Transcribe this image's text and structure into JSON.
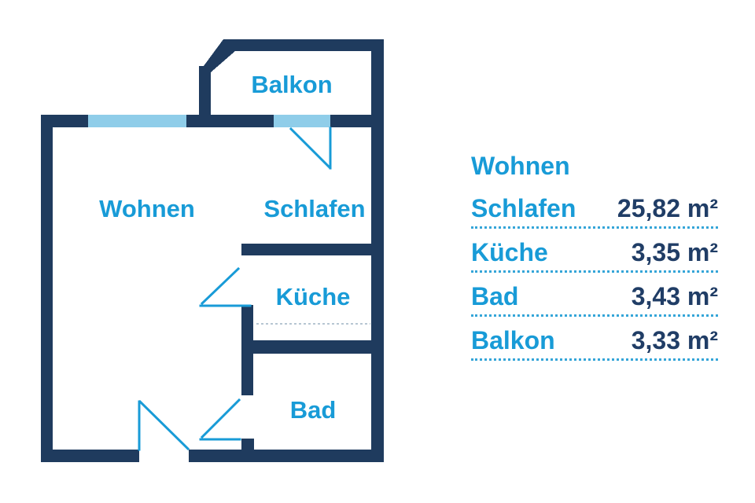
{
  "colors": {
    "wall": "#1f3b5e",
    "window": "#8fcde9",
    "accent": "#189bd7",
    "value": "#203d66",
    "separator": "#35a5d8",
    "counter": "#b7c6d2",
    "background": "#ffffff"
  },
  "floor_plan": {
    "rooms": {
      "balkon": "Balkon",
      "wohnen": "Wohnen",
      "schlafen": "Schlafen",
      "kueche": "Küche",
      "bad": "Bad"
    }
  },
  "panel": {
    "heading": "Wohnen",
    "rows": [
      {
        "label": "Schlafen",
        "value": "25,82 m²"
      },
      {
        "label": "Küche",
        "value": "3,35 m²"
      },
      {
        "label": "Bad",
        "value": "3,43 m²"
      },
      {
        "label": "Balkon",
        "value": "3,33 m²"
      }
    ]
  }
}
